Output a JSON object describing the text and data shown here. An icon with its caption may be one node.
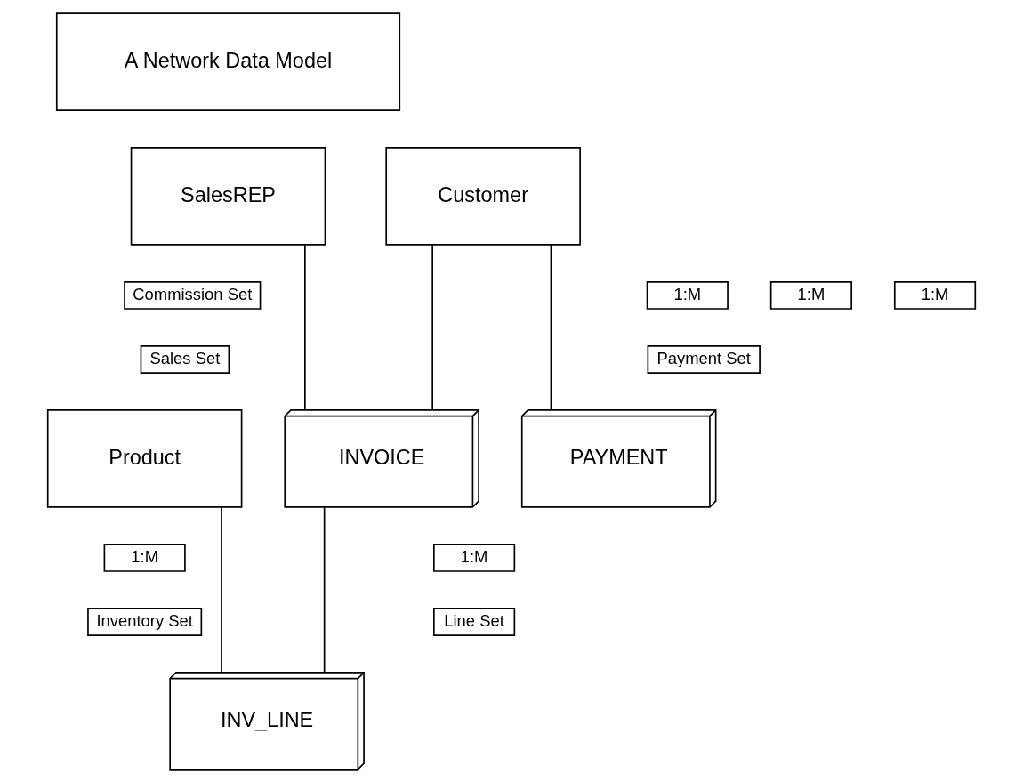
{
  "diagram": {
    "nodes": [
      {
        "text": [
          "A Network Data Model"
        ]
      },
      {
        "text": [
          "SalesREP"
        ]
      },
      {
        "text": [
          "Customer"
        ]
      },
      {
        "text": [
          "Commission Set"
        ]
      },
      {
        "text": [
          "1:M"
        ]
      },
      {
        "text": [
          "1:M"
        ]
      },
      {
        "text": [
          "1:M"
        ]
      },
      {
        "text": [
          "Sales Set"
        ]
      },
      {
        "text": [
          "Payment Set"
        ]
      },
      {
        "text": [
          "Product"
        ]
      },
      {
        "text": [
          "INVOICE"
        ]
      },
      {
        "text": [
          "PAYMENT"
        ]
      },
      {
        "text": [
          "1:M"
        ]
      },
      {
        "text": [
          "1:M"
        ]
      },
      {
        "text": [
          "Inventory Set"
        ]
      },
      {
        "text": [
          "Line Set"
        ]
      },
      {
        "text": [
          "INV_LINE"
        ]
      }
    ],
    "edges": [
      {
        "from": 1,
        "to": 10,
        "arrow": "none"
      },
      {
        "from": 2,
        "to": 10,
        "arrow": "none"
      },
      {
        "from": 2,
        "to": 11,
        "arrow": "none"
      },
      {
        "from": 9,
        "to": 16,
        "arrow": "none"
      },
      {
        "from": 10,
        "to": 16,
        "arrow": "none"
      }
    ]
  }
}
